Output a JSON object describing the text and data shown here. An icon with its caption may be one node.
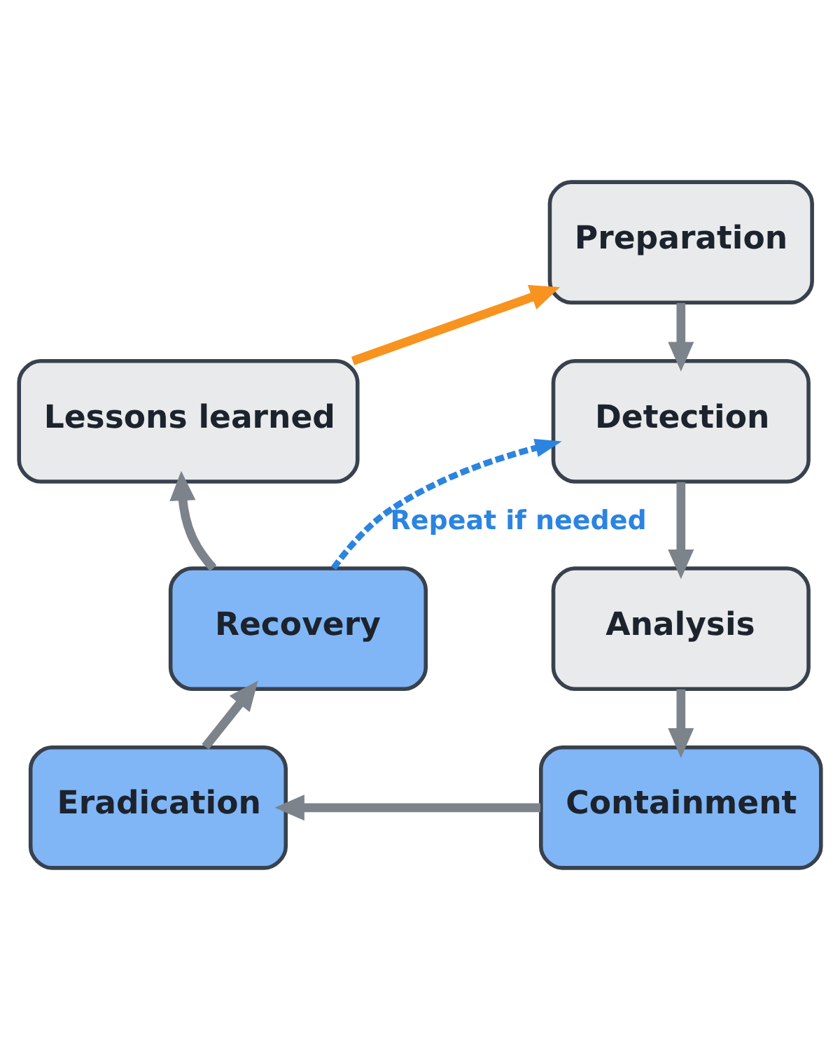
{
  "diagram": {
    "nodes": [
      {
        "text": [
          "Preparation"
        ]
      },
      {
        "text": [
          "Lessons learned"
        ]
      },
      {
        "text": [
          "Detection"
        ]
      },
      {
        "text": [
          "Recovery"
        ]
      },
      {
        "text": [
          "Analysis"
        ]
      },
      {
        "text": [
          "Eradication"
        ]
      },
      {
        "text": [
          "Containment"
        ]
      }
    ],
    "edges": [
      {
        "from": 0,
        "to": 2,
        "arrow": "to"
      },
      {
        "from": 2,
        "to": 4,
        "arrow": "to"
      },
      {
        "from": 4,
        "to": 6,
        "arrow": "to"
      },
      {
        "from": 6,
        "to": 5,
        "arrow": "to"
      },
      {
        "from": 5,
        "to": 3,
        "arrow": "to"
      },
      {
        "from": 3,
        "to": 1,
        "arrow": "to"
      },
      {
        "from": 1,
        "to": 0,
        "arrow": "to",
        "color": "#f7931e"
      },
      {
        "from": 3,
        "to": 2,
        "arrow": "to",
        "label": "Repeat if needed",
        "style": "dashed",
        "color": "#2b84e0"
      }
    ]
  }
}
